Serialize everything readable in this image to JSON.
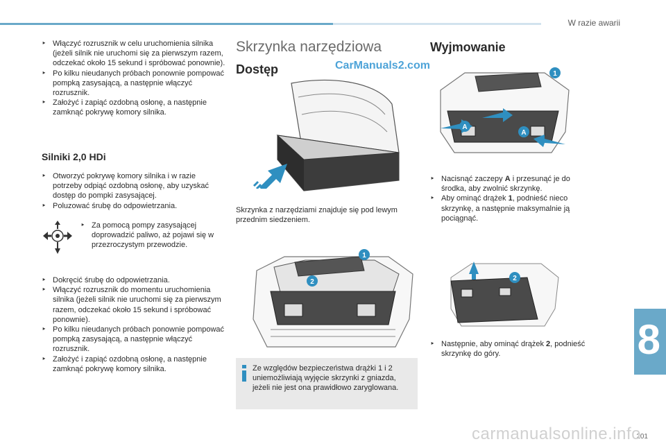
{
  "header": {
    "section_title": "W razie awarii",
    "chapter_number": "8",
    "page_number": "201"
  },
  "watermark": "carmanualsonline.info",
  "carmanuals_logo": "CarManuals2.com",
  "col1": {
    "intro_bullets": [
      "Włączyć rozrusznik w celu uruchomienia silnika (jeżeli silnik nie uruchomi się za pierwszym razem, odczekać około 15 sekund i spróbować ponownie).",
      "Po kilku nieudanych próbach ponownie pompować pompką zasysającą, a następnie włączyć rozrusznik.",
      "Założyć i zapiąć ozdobną osłonę, a następnie zamknąć pokrywę komory silnika."
    ],
    "engine_heading": "Silniki 2,0 HDi",
    "engine_bullets": [
      "Otworzyć pokrywę komory silnika i w razie potrzeby odpiąć ozdobną osłonę, aby uzyskać dostęp do pompki zasysającej.",
      "Poluzować śrubę do odpowietrzania."
    ],
    "pump_note": "Za pomocą pompy zasysającej doprowadzić paliwo, aż pojawi się w przezroczystym przewodzie.",
    "final_bullets": [
      "Dokręcić śrubę do odpowietrzania.",
      "Włączyć rozrusznik do momentu uruchomienia silnika (jeżeli silnik nie uruchomi się za pierwszym razem, odczekać około 15 sekund i spróbować ponownie).",
      "Po kilku nieudanych próbach ponownie pompować pompką zasysającą, a następnie włączyć rozrusznik.",
      "Założyć i zapiąć ozdobną osłonę, a następnie zamknąć pokrywę komory silnika."
    ]
  },
  "col2": {
    "title": "Skrzynka narzędziowa",
    "subtitle": "Dostęp",
    "caption": "Skrzynka z narzędziami znajduje się pod lewym przednim siedzeniem.",
    "diagram_labels": [
      "1",
      "2"
    ],
    "info": "Ze względów bezpieczeństwa drążki 1 i 2 uniemożliwiają wyjęcie skrzynki z gniazda, jeżeli nie jest ona prawidłowo zaryglowana."
  },
  "col3": {
    "title": "Wyjmowanie",
    "diagram1_labels": [
      "1",
      "A",
      "A"
    ],
    "bullets1": [
      {
        "pre": "Nacisnąć zaczepy ",
        "bold": "A",
        "post": " i przesunąć je do środka, aby zwolnić skrzynkę."
      },
      {
        "pre": "Aby ominąć drążek ",
        "bold": "1",
        "post": ", podnieść nieco skrzynkę, a następnie maksymalnie ją pociągnąć."
      }
    ],
    "diagram2_labels": [
      "2"
    ],
    "bullets2": [
      {
        "pre": "Następnie, aby ominąć drążek ",
        "bold": "2",
        "post": ", podnieść skrzynkę do góry."
      }
    ]
  },
  "colors": {
    "accent": "#6aa9c9",
    "badge": "#2f8fc0",
    "info_bg": "#e9e9e9"
  }
}
